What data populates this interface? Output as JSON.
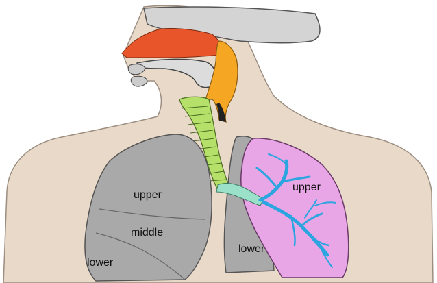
{
  "labels": {
    "right_lung_upper": "upper",
    "right_lung_middle": "middle",
    "right_lung_lower": "lower",
    "left_lung_upper": "upper",
    "left_lung_lower": "lower"
  },
  "colors": {
    "skin": "#e8d9c8",
    "skin_outline": "#9c8e80",
    "head": "#d4d4d4",
    "head_outline": "#555555",
    "nasal_cavity": "#e8552a",
    "pharynx": "#f5a623",
    "trachea": "#b5e06a",
    "bronchus": "#9be0c8",
    "bronchial_tree": "#2aa5e0",
    "lung_gray": "#a9a9a9",
    "lung_pink": "#e8a6e6"
  }
}
